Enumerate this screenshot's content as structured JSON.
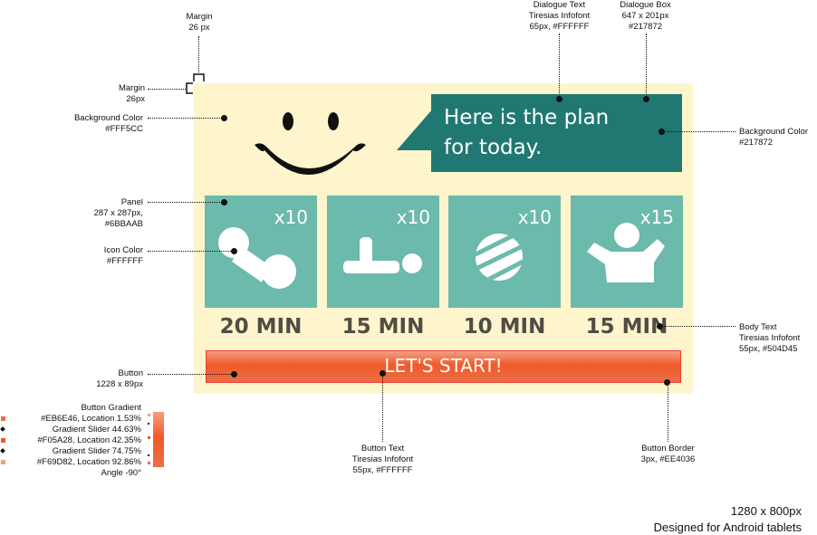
{
  "screen": {
    "dialogue_text": "Here is the plan\nfor today.",
    "button_label": "LET'S START!",
    "panels": [
      {
        "icon": "dumbbell-icon",
        "count": "x10",
        "duration": "20 MIN"
      },
      {
        "icon": "lying-exercise-icon",
        "count": "x10",
        "duration": "15 MIN"
      },
      {
        "icon": "ball-icon",
        "count": "x10",
        "duration": "10 MIN"
      },
      {
        "icon": "arms-up-person-icon",
        "count": "x15",
        "duration": "15 MIN"
      }
    ],
    "colors": {
      "background": "#FFF5CC",
      "dialogue": "#217872",
      "panel": "#6BBAAB",
      "icon": "#FFFFFF",
      "body_text": "#504D45",
      "button_border": "#EE4036"
    }
  },
  "annotations": {
    "margin_top_title": "Margin",
    "margin_top_value": "26 px",
    "margin_left_title": "Margin",
    "margin_left_value": "26px",
    "background_title": "Background Color",
    "background_value": "#FFF5CC",
    "panel_title": "Panel",
    "panel_size": "287 x 287px,",
    "panel_color": "#6BBAAB",
    "icon_color_title": "Icon Color",
    "icon_color_value": "#FFFFFF",
    "button_title": "Button",
    "button_size": "1228 x 89px",
    "dialogue_text_title": "Dialogue Text",
    "dialogue_text_font": "Tiresias Infofont",
    "dialogue_text_spec": "65px, #FFFFFF",
    "dialogue_box_title": "Dialogue Box",
    "dialogue_box_size": "647 x 201px",
    "dialogue_box_color": "#217872",
    "right_bg_title": "Background Color",
    "right_bg_value": "#217872",
    "body_text_title": "Body Text",
    "body_text_font": "Tiresias Infofont",
    "body_text_spec": "55px, #504D45",
    "button_text_title": "Button Text",
    "button_text_font": "Tiresias Infofont",
    "button_text_spec": "55px, #FFFFFF",
    "button_border_title": "Button Border",
    "button_border_spec": "3px, #EE4036",
    "gradient_title": "Button Gradient",
    "gradient_lines": [
      "#EB6E46, Location   1.53%",
      "Gradient Slider 44.63%",
      "#F05A28, Location 42.35%",
      "Gradient Slider 74.75%",
      "#F69D82, Location 92.86%",
      "Angle -90°"
    ]
  },
  "footer": {
    "size": "1280 x 800px",
    "note": "Designed for Android tablets"
  }
}
